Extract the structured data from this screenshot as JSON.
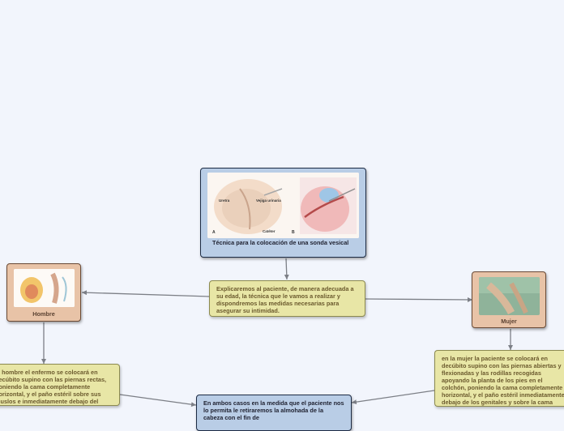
{
  "colors": {
    "background": "#f2f5fc",
    "blue_node": "#b9cde6",
    "yellow_node": "#e8e6a6",
    "tan_node": "#e8c3a7",
    "connector": "#7c7f86"
  },
  "nodes": {
    "main": {
      "title": "Técnica para la colocación de una sonda vesical",
      "image_labels": {
        "left_panel_letter": "A",
        "right_panel_letter": "B",
        "uretra_label": "Uretra",
        "bladder_label": "Vejiga urinaria",
        "catheter_label": "Catéter"
      }
    },
    "intro": {
      "text": "Explicaremos al paciente, de manera adecuada a su edad, la técnica que le vamos a realizar y dispondremos las medidas necesarias para asegurar su intimidad."
    },
    "hombre": {
      "label": "Hombre"
    },
    "mujer": {
      "label": "Mujer"
    },
    "hombre_detail": {
      "text": "el hombre el enfermo se colocará en decúbito supino con las piernas rectas, poniendo la cama completamente horizontal, y el paño estéril sobre sus muslos e inmediatamente debajo del pene"
    },
    "mujer_detail": {
      "text": "en la mujer la paciente se colocará en decúbito supino con las piernas abiertas y flexionadas y las rodillas recogidas apoyando la planta de los pies en el colchón, poniendo la cama completamente horizontal, y el paño estéril inmediatamente debajo de los genitales y sobre la cama"
    },
    "ambos": {
      "text": "En ambos casos en la medida que el paciente nos lo permita le retiraremos la almohada de la cabeza con el fin de"
    }
  }
}
